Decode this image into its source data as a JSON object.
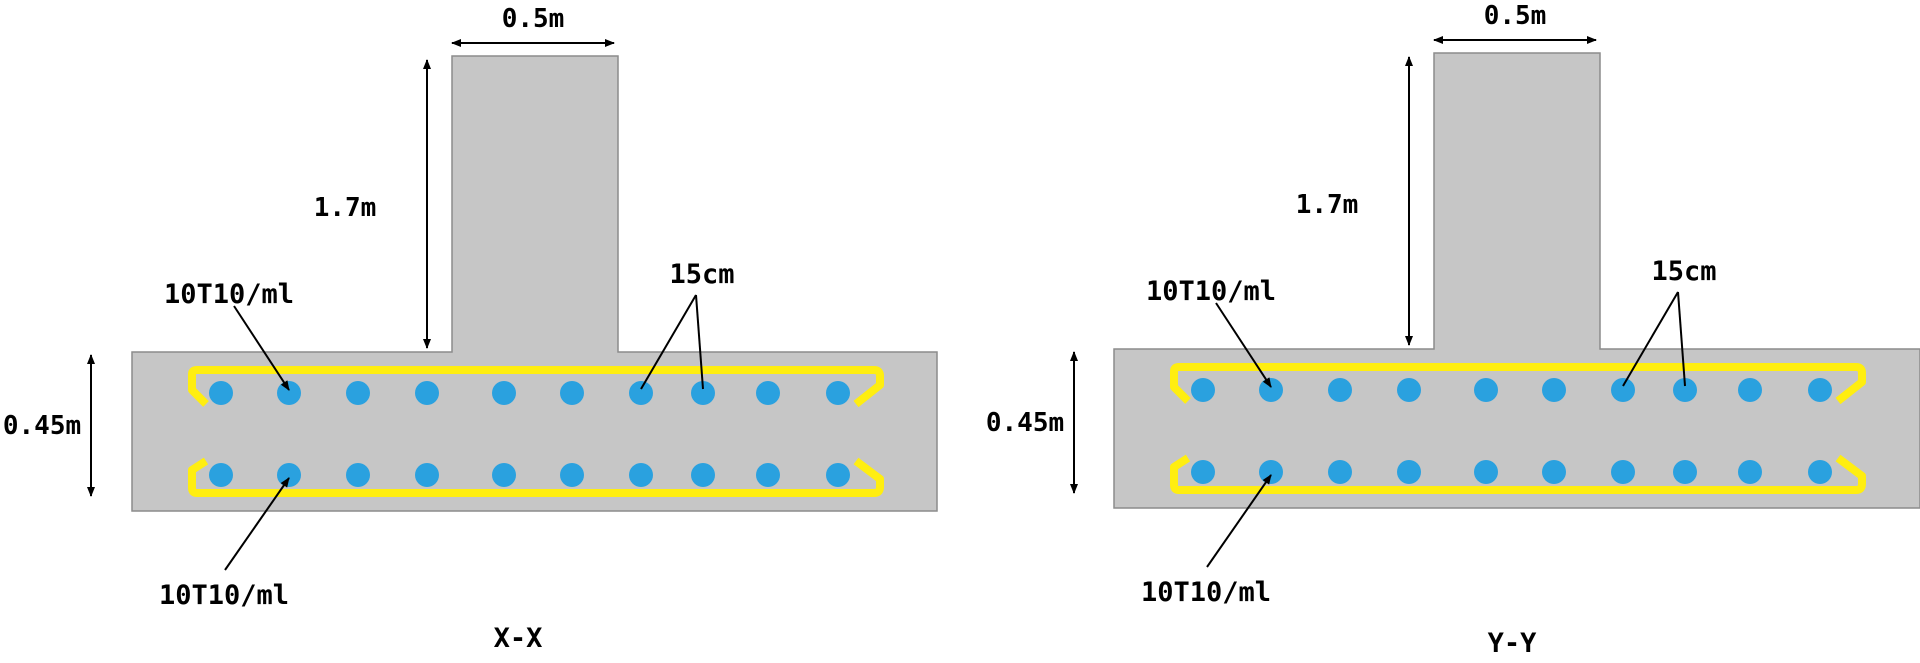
{
  "colors": {
    "concrete": "#c6c6c6",
    "concrete_edge": "#8c8c8c",
    "stirrup": "#ffee10",
    "rebar": "#2aa1df",
    "line": "#000000"
  },
  "rebar_count_per_layer": 10,
  "sections": [
    {
      "title": "X-X",
      "stem_width": "0.5m",
      "stem_height": "1.7m",
      "footing_depth": "0.45m",
      "top_rebar": "10T10/ml",
      "bottom_rebar": "10T10/ml",
      "spacing": "15cm"
    },
    {
      "title": "Y-Y",
      "stem_width": "0.5m",
      "stem_height": "1.7m",
      "footing_depth": "0.45m",
      "top_rebar": "10T10/ml",
      "bottom_rebar": "10T10/ml",
      "spacing": "15cm"
    }
  ]
}
